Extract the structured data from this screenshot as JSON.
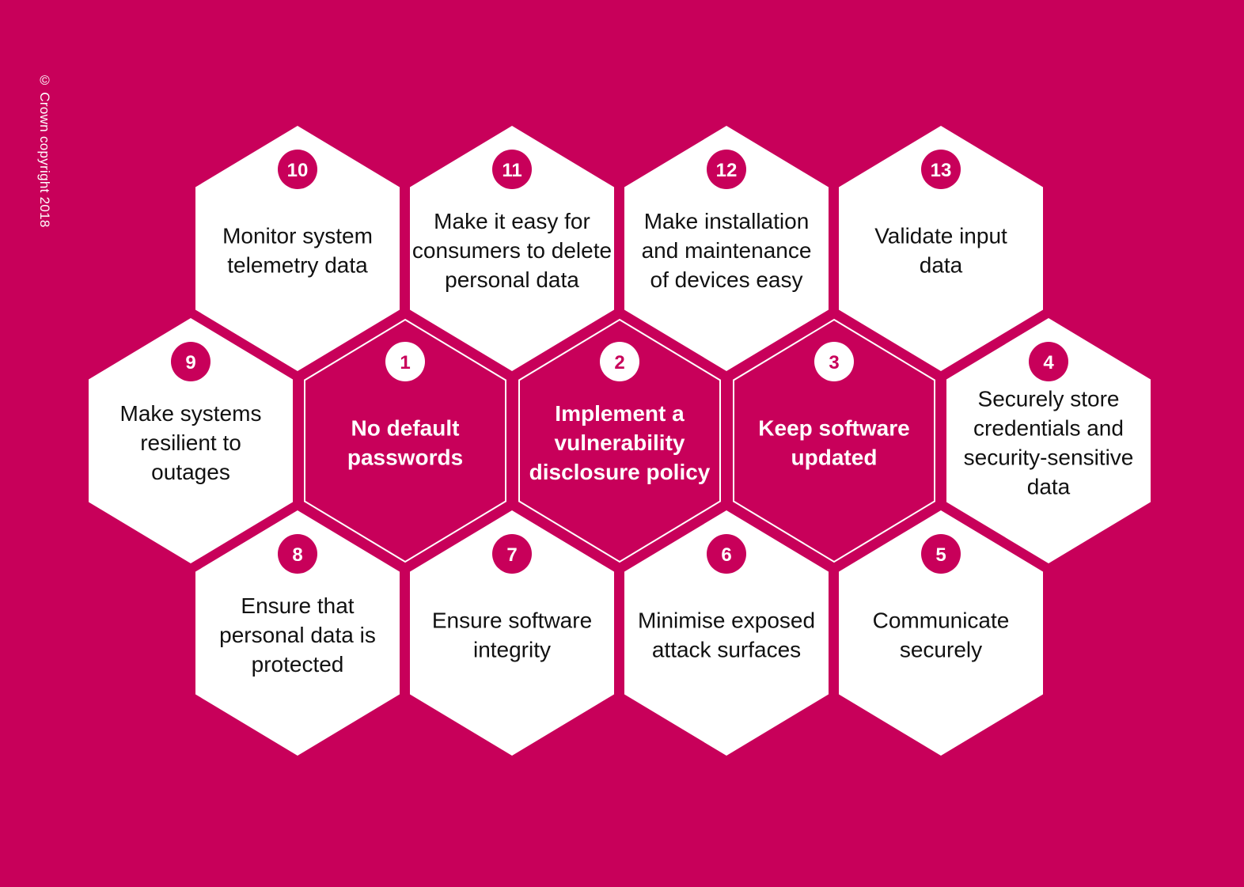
{
  "copyright": "© Crown copyright 2018",
  "colors": {
    "background": "#c8005a",
    "hex_fill": "#ffffff",
    "hex_core_fill": "#c8005a",
    "text_dark": "#111111",
    "text_light": "#ffffff"
  },
  "guidelines": [
    {
      "number": "10",
      "lines": [
        "Monitor system",
        "telemetry data"
      ],
      "core": false
    },
    {
      "number": "11",
      "lines": [
        "Make it easy for",
        "consumers to delete",
        "personal data"
      ],
      "core": false
    },
    {
      "number": "12",
      "lines": [
        "Make installation",
        "and maintenance",
        "of devices easy"
      ],
      "core": false
    },
    {
      "number": "13",
      "lines": [
        "Validate input",
        "data"
      ],
      "core": false
    },
    {
      "number": "9",
      "lines": [
        "Make systems",
        "resilient to",
        "outages"
      ],
      "core": false
    },
    {
      "number": "1",
      "lines": [
        "No default",
        "passwords"
      ],
      "core": true
    },
    {
      "number": "2",
      "lines": [
        "Implement a",
        "vulnerability",
        "disclosure policy"
      ],
      "core": true
    },
    {
      "number": "3",
      "lines": [
        "Keep software",
        "updated"
      ],
      "core": true
    },
    {
      "number": "4",
      "lines": [
        "Securely store",
        "credentials and",
        "security-sensitive",
        "data"
      ],
      "core": false
    },
    {
      "number": "8",
      "lines": [
        "Ensure that",
        "personal data is",
        "protected"
      ],
      "core": false
    },
    {
      "number": "7",
      "lines": [
        "Ensure software",
        "integrity"
      ],
      "core": false
    },
    {
      "number": "6",
      "lines": [
        "Minimise exposed",
        "attack surfaces"
      ],
      "core": false
    },
    {
      "number": "5",
      "lines": [
        "Communicate",
        "securely"
      ],
      "core": false
    }
  ]
}
